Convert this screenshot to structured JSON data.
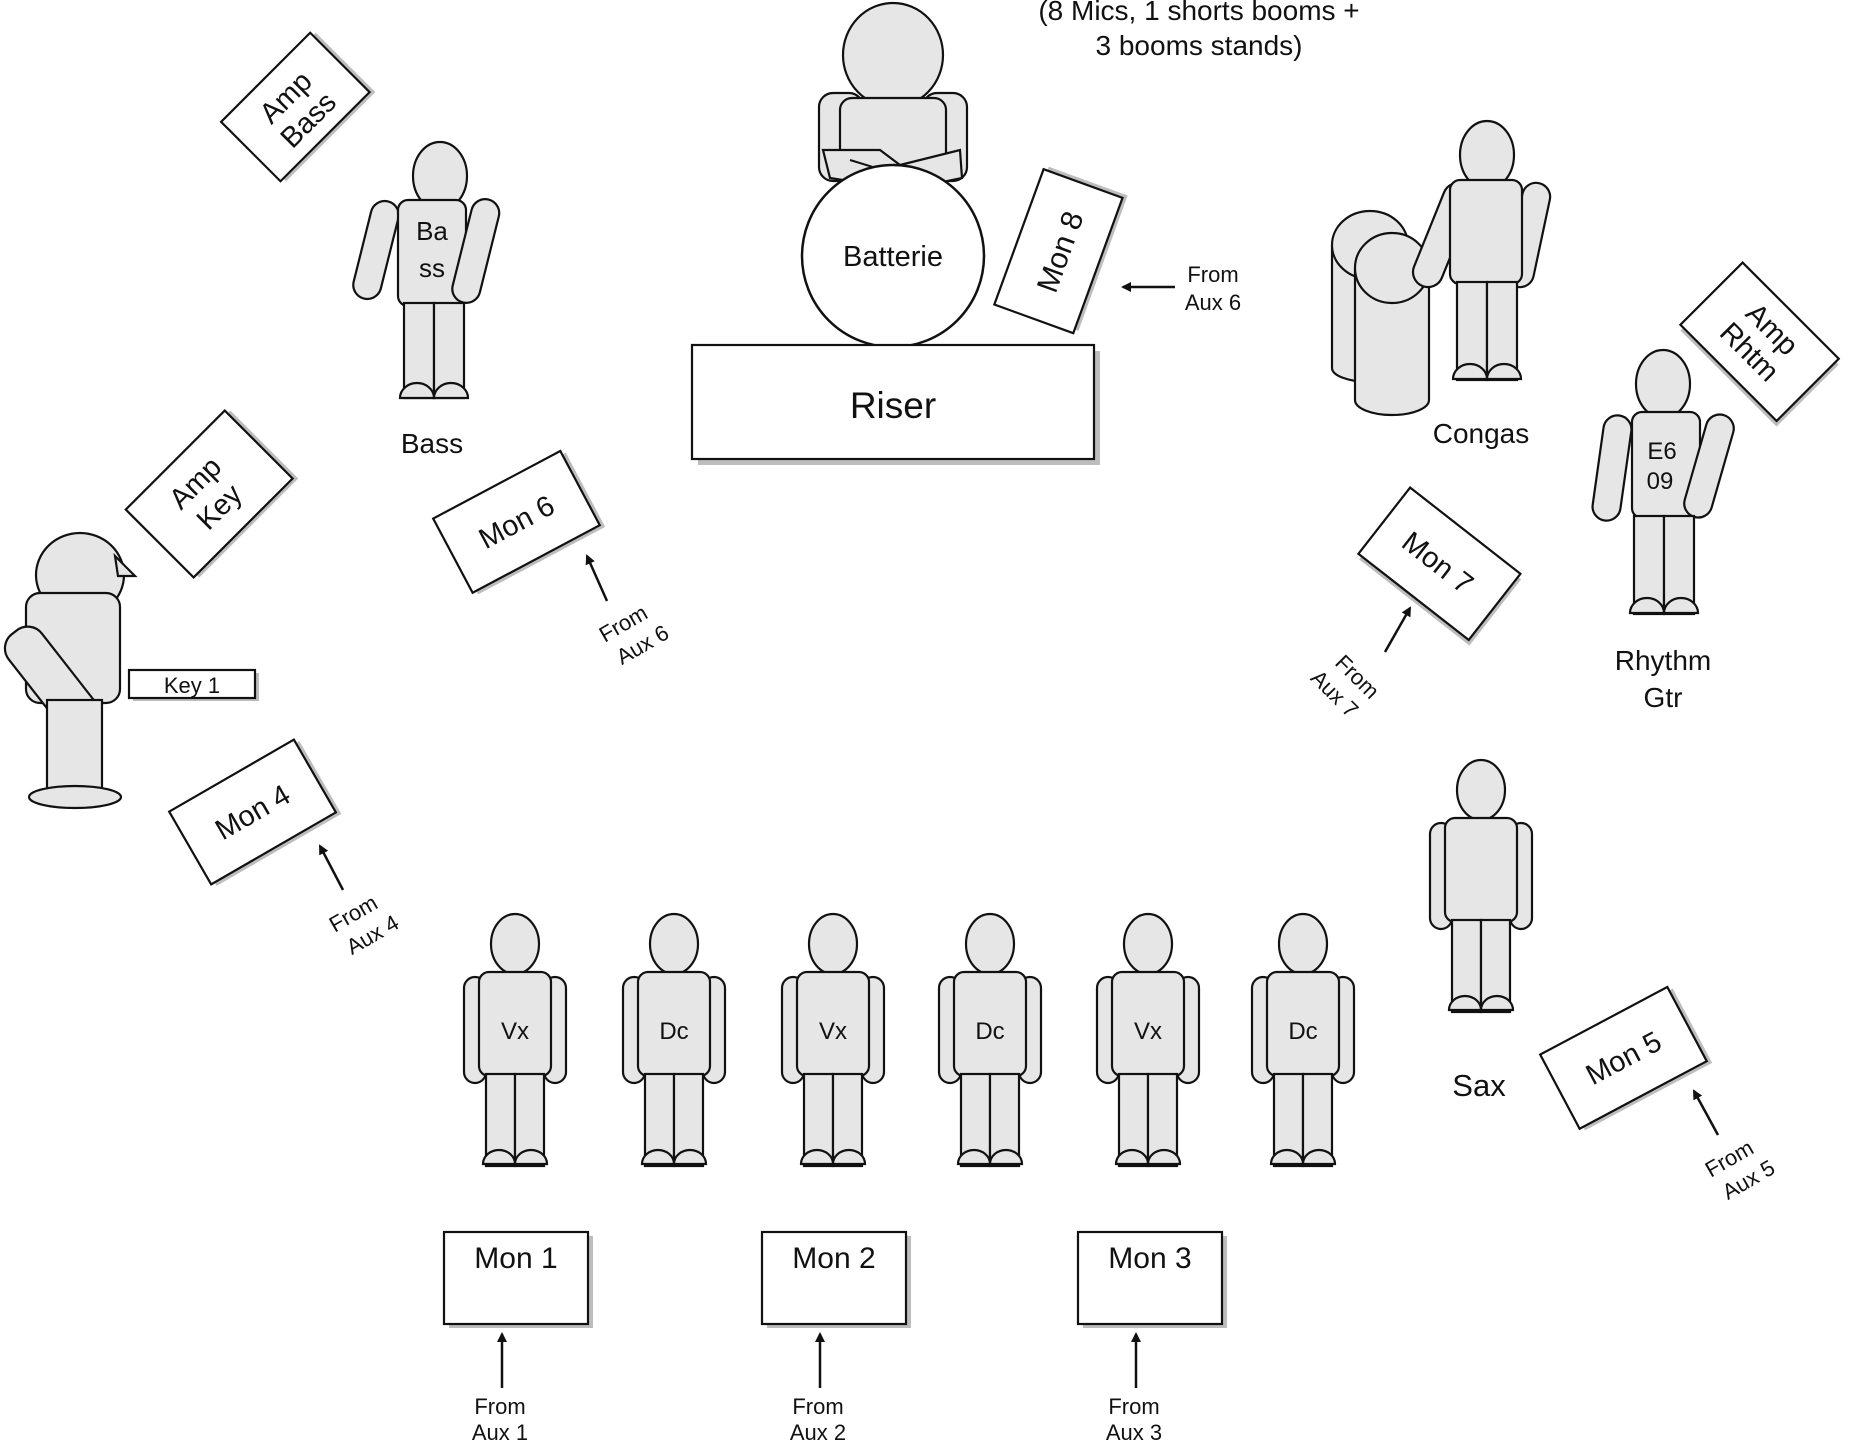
{
  "header_note": {
    "line1": "(8 Mics, 1 shorts booms +",
    "line2": "3 booms stands)"
  },
  "riser": {
    "label": "Riser"
  },
  "drums": {
    "label": "Batterie"
  },
  "amps": {
    "bass": {
      "line1": "Amp",
      "line2": "Bass"
    },
    "key": {
      "line1": "Amp",
      "line2": "Key"
    },
    "rhythm": {
      "line1": "Amp",
      "line2": "Rhtm"
    }
  },
  "keyboard": {
    "label": "Key 1"
  },
  "players": {
    "bass": {
      "label": "Bass",
      "shirt1": "Ba",
      "shirt2": "ss"
    },
    "congas": {
      "label": "Congas"
    },
    "rhythm": {
      "label1": "Rhythm",
      "label2": "Gtr",
      "shirt1": "E6",
      "shirt2": "09"
    },
    "sax": {
      "label": "Sax"
    },
    "front": [
      {
        "shirt": "Vx"
      },
      {
        "shirt": "Dc"
      },
      {
        "shirt": "Vx"
      },
      {
        "shirt": "Dc"
      },
      {
        "shirt": "Vx"
      },
      {
        "shirt": "Dc"
      }
    ]
  },
  "monitors": {
    "mon1": {
      "label": "Mon 1",
      "from1": "From",
      "from2": "Aux 1"
    },
    "mon2": {
      "label": "Mon 2",
      "from1": "From",
      "from2": "Aux 2"
    },
    "mon3": {
      "label": "Mon 3",
      "from1": "From",
      "from2": "Aux 3"
    },
    "mon4": {
      "label": "Mon 4",
      "from1": "From",
      "from2": "Aux 4"
    },
    "mon5": {
      "label": "Mon 5",
      "from1": "From",
      "from2": "Aux 5"
    },
    "mon6": {
      "label": "Mon 6",
      "from1": "From",
      "from2": "Aux 6"
    },
    "mon7": {
      "label": "Mon 7",
      "from1": "From",
      "from2": "Aux 7"
    },
    "mon8": {
      "label": "Mon 8",
      "from1": "From",
      "from2": "Aux 6"
    }
  },
  "colors": {
    "figure_fill": "#e6e6e6",
    "stroke": "#111111",
    "shadow": "#bdbdbd"
  }
}
